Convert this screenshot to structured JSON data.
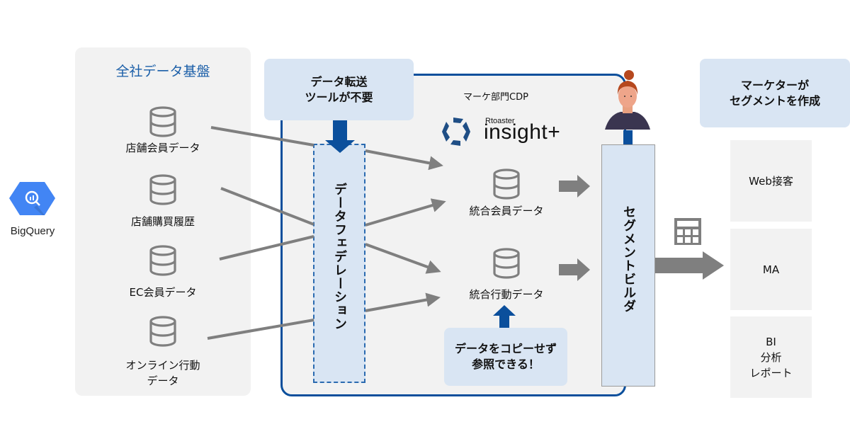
{
  "bigquery": {
    "label": "BigQuery",
    "icon": "bigquery-hexagon-icon",
    "color": "#4285f4"
  },
  "company_platform": {
    "title": "全社データ基盤",
    "sources": [
      {
        "label": "店舗会員データ",
        "icon": "database-icon"
      },
      {
        "label": "店舗購買履歴",
        "icon": "database-icon"
      },
      {
        "label": "EC会員データ",
        "icon": "database-icon"
      },
      {
        "label": "オンライン行動\nデータ",
        "label_line1": "オンライン行動",
        "label_line2": "データ",
        "icon": "database-icon"
      }
    ]
  },
  "callouts": {
    "no_transfer_line1": "データ転送",
    "no_transfer_line2": "ツールが不要",
    "no_copy_line1": "データをコピーせず",
    "no_copy_line2": "参照できる！",
    "marketer_line1": "マーケターが",
    "marketer_line2": "セグメントを作成"
  },
  "cdp": {
    "label": "マーケ部門CDP",
    "logo_small": "Rtoaster",
    "logo_main": "insight+",
    "federation_label": "データフェデレーション",
    "integrated": [
      {
        "label": "統合会員データ",
        "icon": "database-icon"
      },
      {
        "label": "統合行動データ",
        "icon": "database-icon"
      }
    ],
    "segment_builder_label": "セグメントビルダ"
  },
  "outputs": [
    {
      "label": "Web接客"
    },
    {
      "label": "MA"
    },
    {
      "label_line1": "BI",
      "label_line2": "分析",
      "label_line3": "レポート"
    }
  ],
  "colors": {
    "accent_blue": "#0b4f9c",
    "light_blue": "#d9e5f3",
    "panel_gray": "#f2f2f2",
    "arrow_gray": "#7f7f7f",
    "title_blue": "#1a5ea8"
  }
}
